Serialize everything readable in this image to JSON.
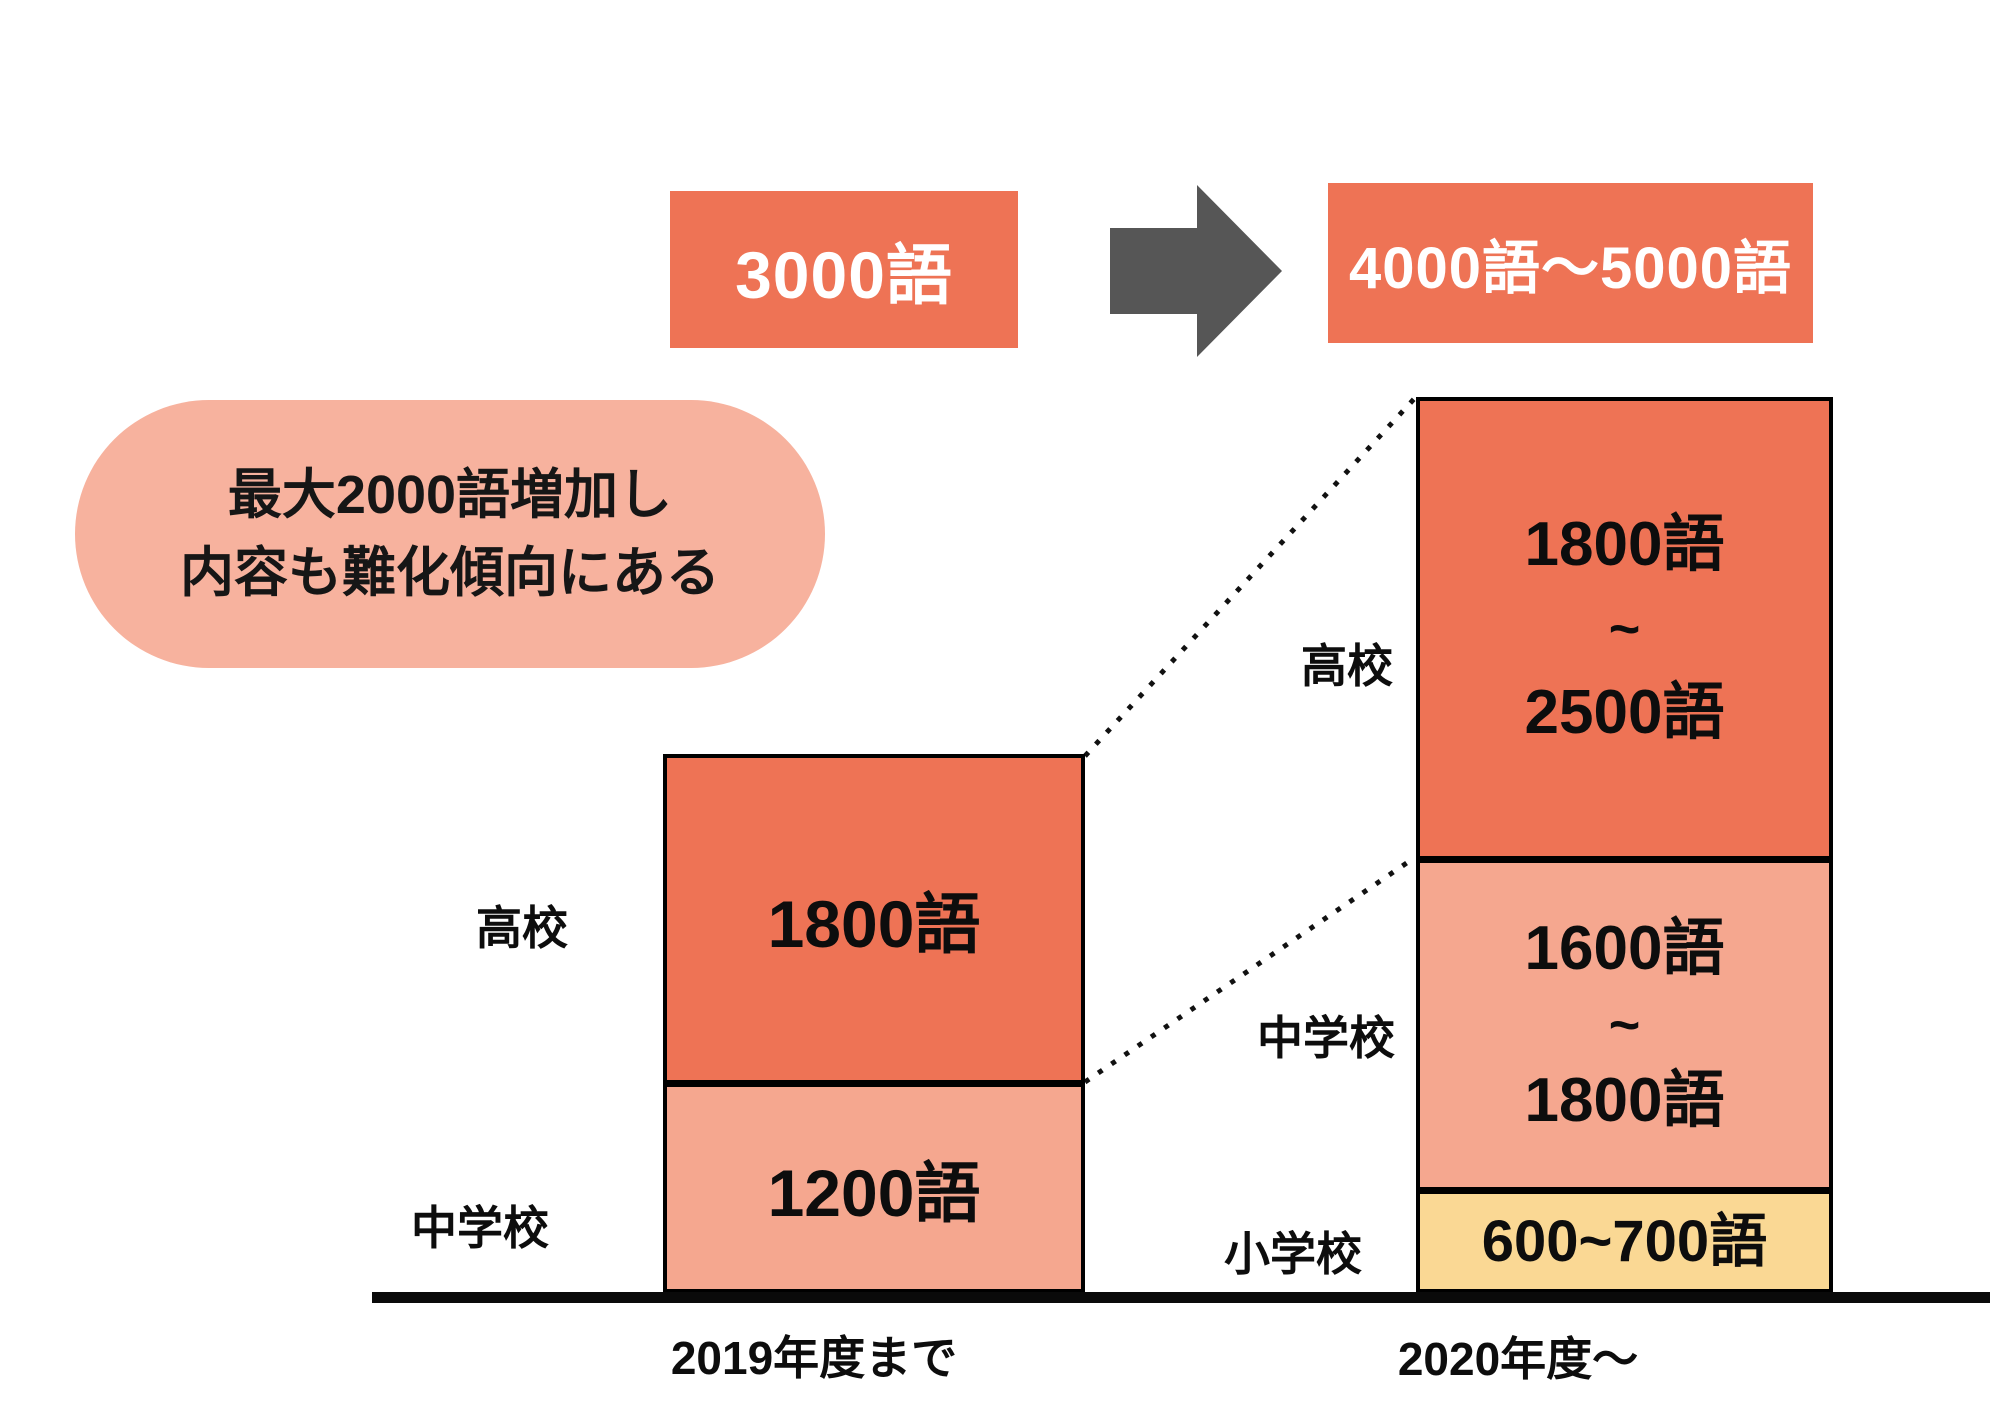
{
  "top": {
    "before_label": "3000語",
    "after_label": "4000語〜5000語"
  },
  "callout": {
    "line1": "最大2000語増加し",
    "line2": "内容も難化傾向にある"
  },
  "left_bar": {
    "hs_label": "高校",
    "jhs_label": "中学校",
    "hs_value": "1800語",
    "jhs_value": "1200語",
    "axis": "2019年度まで"
  },
  "right_bar": {
    "hs_label": "高校",
    "jhs_label": "中学校",
    "es_label": "小学校",
    "hs_line1": "1800語",
    "hs_line2": "~",
    "hs_line3": "2500語",
    "jhs_line1": "1600語",
    "jhs_line2": "~",
    "jhs_line3": "1800語",
    "es_value": "600~700語",
    "axis": "2020年度〜"
  },
  "colors": {
    "orange": "#EE7355",
    "salmon": "#F5A78F",
    "callout_pink": "#F7B29E",
    "yellow": "#FAD894",
    "arrow_gray": "#565656",
    "line_black": "#111111"
  },
  "icons": {
    "arrow": "right-arrow"
  },
  "chart_data": {
    "type": "bar",
    "stacked": true,
    "categories": [
      "2019年度まで",
      "2020年度〜"
    ],
    "series": [
      {
        "name": "高校",
        "color": "#EE7355",
        "values": [
          [
            1800,
            1800
          ],
          [
            1800,
            2500
          ]
        ],
        "labels": [
          "1800語",
          "1800語~2500語"
        ]
      },
      {
        "name": "中学校",
        "color": "#F5A78F",
        "values": [
          [
            1200,
            1200
          ],
          [
            1600,
            1800
          ]
        ],
        "labels": [
          "1200語",
          "1600語~1800語"
        ]
      },
      {
        "name": "小学校",
        "color": "#FAD894",
        "values": [
          [
            0,
            0
          ],
          [
            600,
            700
          ]
        ],
        "labels": [
          "",
          "600~700語"
        ]
      }
    ],
    "totals": [
      "3000語",
      "4000語〜5000語"
    ],
    "annotation": "最大2000語増加し内容も難化傾向にある",
    "legend": false,
    "grid": false,
    "ylim": [
      0,
      5000
    ]
  }
}
